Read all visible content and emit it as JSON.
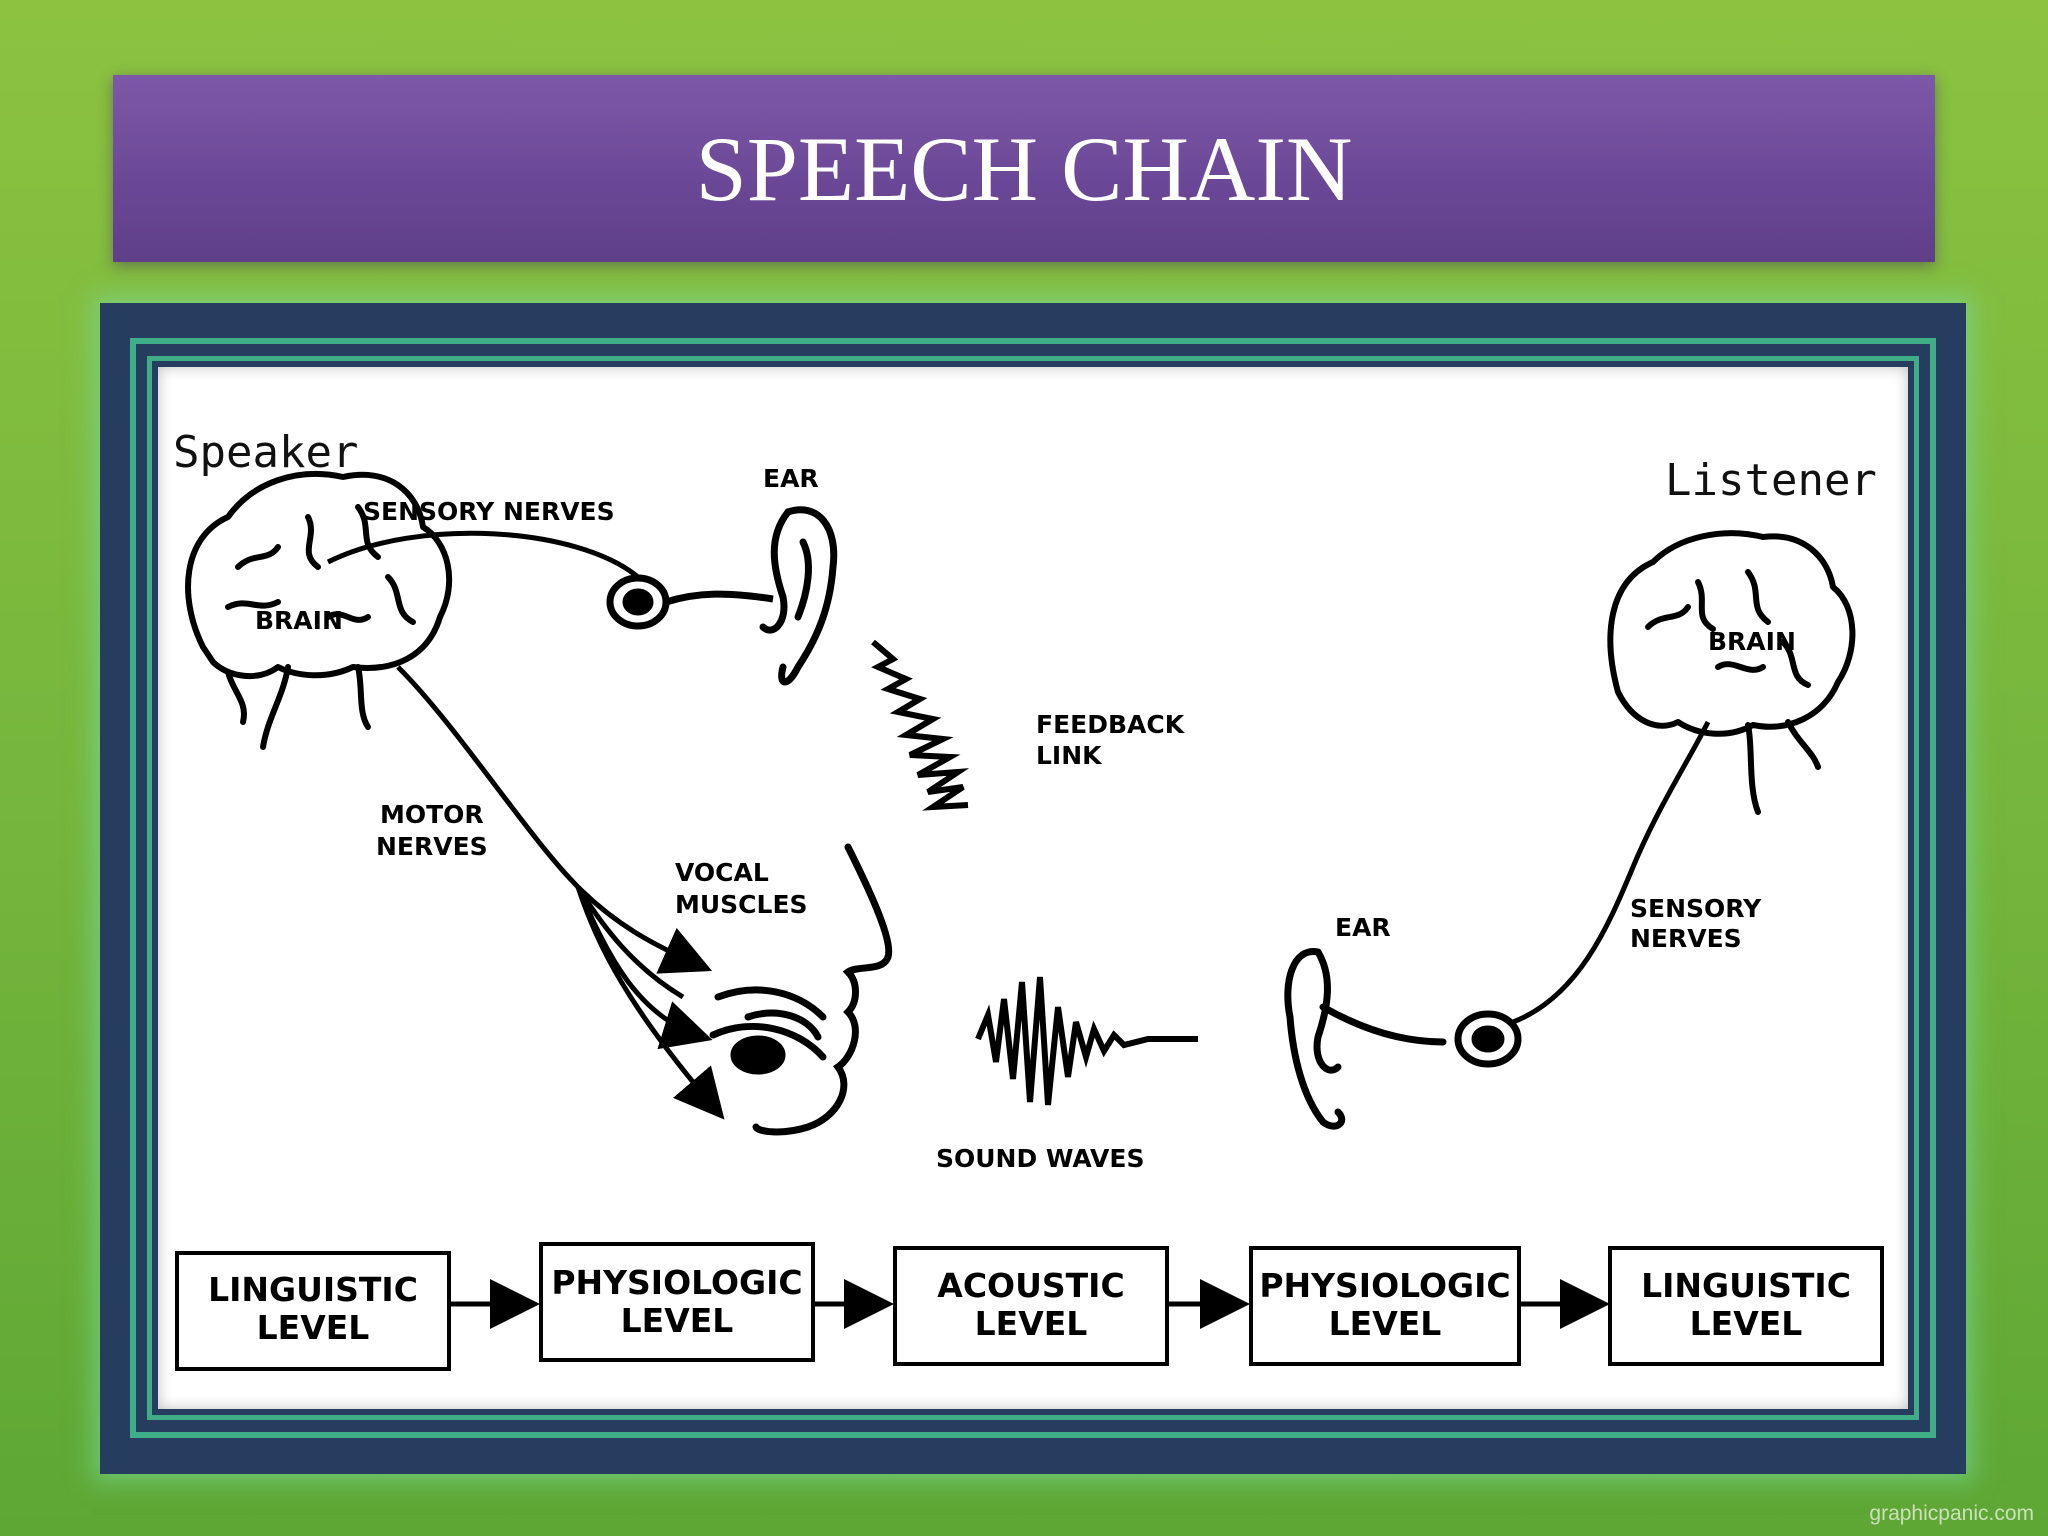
{
  "title": "SPEECH CHAIN",
  "diagram": {
    "speaker_label": "Speaker",
    "listener_label": "Listener",
    "labels": {
      "sensory_nerves_top": "SENSORY NERVES",
      "ear_top": "EAR",
      "brain_left": "BRAIN",
      "feedback_1": "FEEDBACK",
      "feedback_2": "LINK",
      "motor_1": "MOTOR",
      "motor_2": "NERVES",
      "vocal_1": "VOCAL",
      "vocal_2": "MUSCLES",
      "sound_waves": "SOUND WAVES",
      "ear_right": "EAR",
      "brain_right": "BRAIN",
      "sensory_right_1": "SENSORY",
      "sensory_right_2": "NERVES"
    },
    "levels": [
      {
        "line1": "LINGUISTIC",
        "line2": "LEVEL"
      },
      {
        "line1": "PHYSIOLOGIC",
        "line2": "LEVEL"
      },
      {
        "line1": "ACOUSTIC",
        "line2": "LEVEL"
      },
      {
        "line1": "PHYSIOLOGIC",
        "line2": "LEVEL"
      },
      {
        "line1": "LINGUISTIC",
        "line2": "LEVEL"
      }
    ]
  },
  "watermark": "graphicpanic.com"
}
